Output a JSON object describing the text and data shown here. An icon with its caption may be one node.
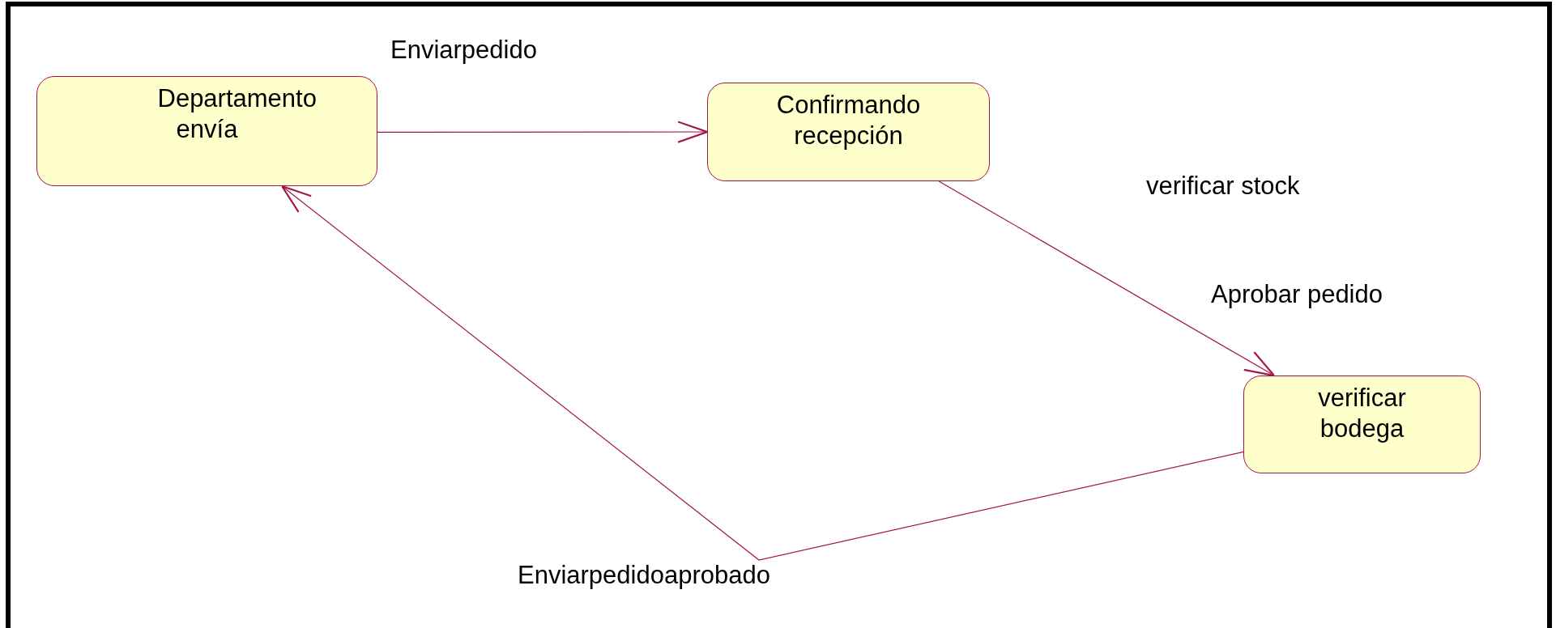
{
  "diagram": {
    "nodes": [
      {
        "text": [
          "Departamento envía"
        ]
      },
      {
        "text": [
          "Confirmando recepción"
        ]
      },
      {
        "text": [
          "verificar bodega"
        ]
      }
    ],
    "edges": [
      {
        "from": 0,
        "to": 1,
        "arrow": "to",
        "label": "Enviarpedido"
      },
      {
        "from": 1,
        "to": 2,
        "arrow": "to",
        "label": "Aprobar pedido"
      },
      {
        "from": 2,
        "to": 0,
        "arrow": "to",
        "label": "Enviarpedidoaprobado"
      }
    ],
    "labels": [
      "verificar stock"
    ]
  }
}
